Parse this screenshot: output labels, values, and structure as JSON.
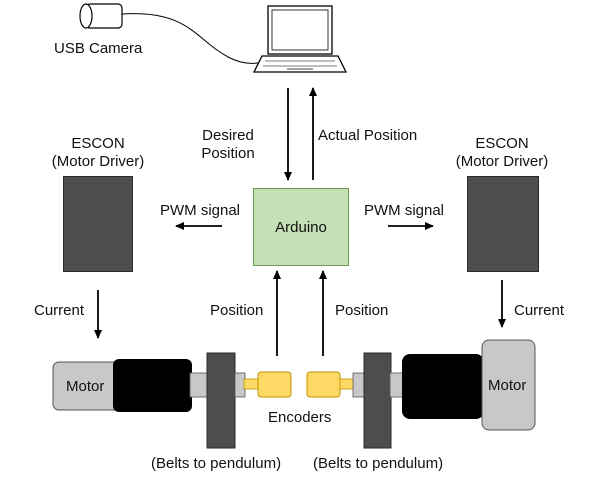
{
  "labels": {
    "usb_camera": "USB Camera",
    "desired_position": "Desired\nPosition",
    "actual_position": "Actual Position",
    "escon_left": "ESCON\n(Motor Driver)",
    "escon_right": "ESCON\n(Motor Driver)",
    "pwm_left": "PWM signal",
    "pwm_right": "PWM signal",
    "arduino": "Arduino",
    "current_left": "Current",
    "current_right": "Current",
    "position_left": "Position",
    "position_right": "Position",
    "motor_left": "Motor",
    "motor_right": "Motor",
    "encoders": "Encoders",
    "belts_left": "(Belts to pendulum)",
    "belts_right": "(Belts to pendulum)"
  },
  "colors": {
    "driver_box": "#4d4d4d",
    "arduino_fill": "#c5e0b4",
    "encoder_fill": "#ffd966",
    "motor_gray": "#c8c8c8",
    "motor_black": "#000000"
  }
}
